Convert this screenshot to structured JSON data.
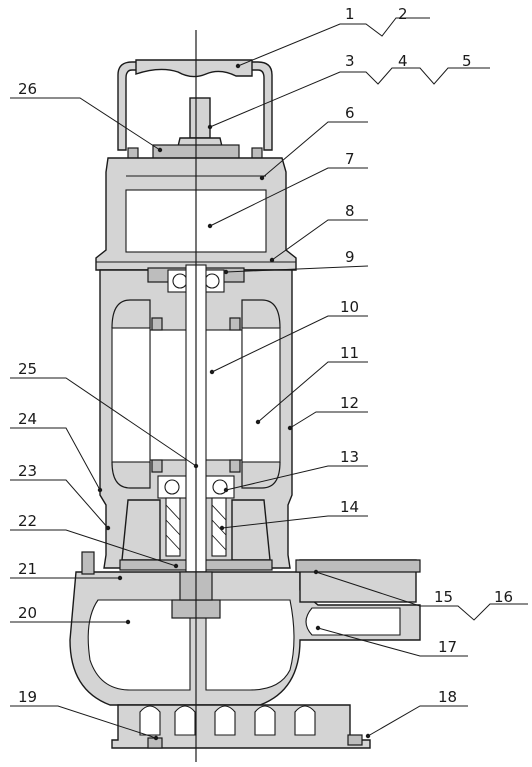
{
  "diagram": {
    "part_numbers": [
      "1",
      "2",
      "3",
      "4",
      "5",
      "6",
      "7",
      "8",
      "9",
      "10",
      "11",
      "12",
      "13",
      "14",
      "15",
      "16",
      "17",
      "18",
      "19",
      "20",
      "21",
      "22",
      "23",
      "24",
      "25",
      "26"
    ]
  }
}
